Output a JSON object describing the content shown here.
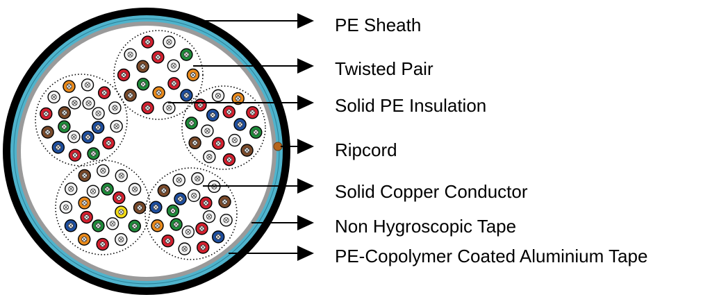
{
  "labels": [
    "PE Sheath",
    "Twisted Pair",
    "Solid PE Insulation",
    "Ripcord",
    "Solid Copper Conductor",
    "Non Hygroscopic Tape",
    "PE-Copolymer Coated Aluminium Tape"
  ],
  "colors": {
    "sheath": "#000000",
    "aluminium_tape": "#4FB3CC",
    "hygroscopic_tape": "#9A9A9A",
    "core_background": "#FFFFFF",
    "ripcord": "#B5651D",
    "pair_palette": {
      "red": "#D3202F",
      "green": "#1F8A3A",
      "blue": "#1E4E9E",
      "brown": "#7A4A2A",
      "orange": "#E98A1C",
      "white": "#F2F2F2",
      "yellow": "#F3DC16"
    }
  },
  "structure": {
    "units": 5,
    "unit_pair_colors": [
      [
        "orange",
        "blue",
        "white",
        "red",
        "brown",
        "red",
        "white",
        "red",
        "white",
        "green",
        "red",
        "orange",
        "green",
        "brown",
        "red",
        "white"
      ],
      [
        "red",
        "green",
        "red",
        "blue",
        "brown",
        "red",
        "white",
        "orange",
        "white",
        "red",
        "white",
        "white",
        "blue",
        "white",
        "green",
        "brown",
        "white",
        "white",
        "white",
        "blue"
      ],
      [
        "red",
        "white",
        "brown",
        "green",
        "red",
        "white",
        "orange",
        "red",
        "green",
        "brown",
        "red",
        "white",
        "blue",
        "red",
        "blue",
        "white"
      ],
      [
        "orange",
        "blue",
        "white",
        "white",
        "brown",
        "white",
        "white",
        "white",
        "brown",
        "green",
        "white",
        "red",
        "red",
        "orange",
        "white",
        "green",
        "red",
        "yellow",
        "white",
        "green"
      ],
      [
        "orange",
        "blue",
        "brown",
        "white",
        "white",
        "white",
        "brown",
        "white",
        "blue",
        "red",
        "white",
        "red",
        "green",
        "blue",
        "white",
        "red",
        "white",
        "red",
        "white",
        "green"
      ]
    ]
  }
}
